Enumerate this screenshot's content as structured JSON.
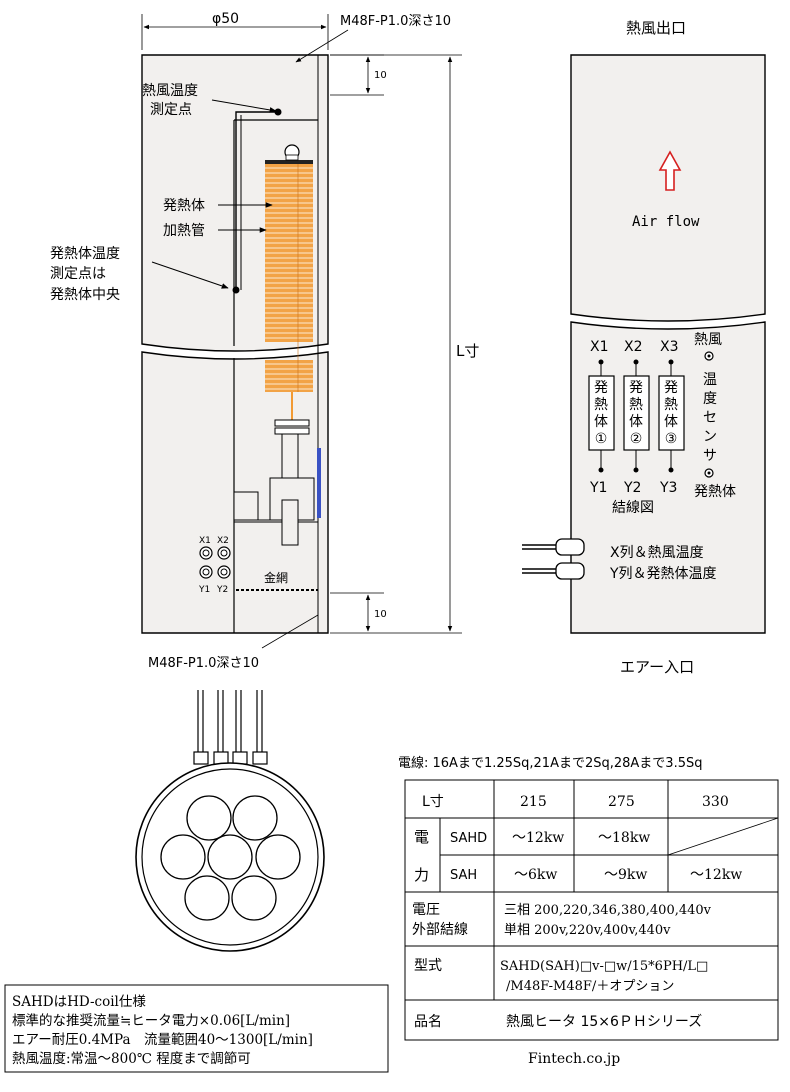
{
  "dims": {
    "phi": "φ50",
    "top_thread": "M48F-P1.0深さ10",
    "bottom_thread": "M48F-P1.0深さ10",
    "top_gap": "10",
    "bottom_gap": "10",
    "length": "L寸"
  },
  "callouts": {
    "hot_air_measure_line1": "熱風温度",
    "hot_air_measure_line2": "測定点",
    "heater_body": "発熱体",
    "heating_tube": "加熱管",
    "heater_measure_line1": "発熱体温度",
    "heater_measure_line2": "測定点は",
    "heater_measure_line3": "発熱体中央",
    "mesh": "金網"
  },
  "terminals": {
    "x1": "X1",
    "x2": "X2",
    "y1": "Y1",
    "y2": "Y2"
  },
  "outlet_label": "熱風出口",
  "inlet_label": "エアー入口",
  "airflow_label": "Air flow",
  "wiring": {
    "x_labels": [
      "X1",
      "X2",
      "X3"
    ],
    "y_labels": [
      "Y1",
      "Y2",
      "Y3"
    ],
    "elements": [
      [
        "発",
        "熱",
        "体",
        "①"
      ],
      [
        "発",
        "熱",
        "体",
        "②"
      ],
      [
        "発",
        "熱",
        "体",
        "③"
      ]
    ],
    "hot_air_label": "熱風",
    "sensor_chars": [
      "温",
      "度",
      "セ",
      "ン",
      "サ"
    ],
    "heater_label": "発熱体",
    "diagram_label": "結線図",
    "x_row_label": "X列＆熱風温度",
    "y_row_label": "Y列＆発熱体温度"
  },
  "cable_note": "電線: 16Aまで1.25Sq,21Aまで2Sq,28Aまで3.5Sq",
  "spec_table": {
    "l_header": "L寸",
    "lengths": [
      "215",
      "275",
      "330"
    ],
    "power_chars": [
      "電",
      "力"
    ],
    "rows": [
      {
        "model": "SAHD",
        "values": [
          "～12kw",
          "～18kw",
          ""
        ]
      },
      {
        "model": "SAH",
        "values": [
          "～6kw",
          "～9kw",
          "～12kw"
        ]
      }
    ],
    "voltage_label_1": "電圧",
    "voltage_label_2": "外部結線",
    "voltage_line_1": "三相 200,220,346,380,400,440v",
    "voltage_line_2": "単相 200v,220v,400v,440v",
    "model_label": "型式",
    "model_line_1": "SAHD(SAH)□v-□w/15*6PH/L□",
    "model_line_2": "/M48F-M48F/＋オプション",
    "product_label": "品名",
    "product_value": "熱風ヒータ 15×6ＰＨシリーズ",
    "website": "Fintech.co.jp"
  },
  "notes": {
    "line1": "SAHDはHD-coil仕様",
    "line2": "標準的な推奨流量≒ヒータ電力×0.06[L/min]",
    "line3": "エアー耐圧0.4MPa　流量範囲40～1300[L/min]",
    "line4": "熱風温度:常温～800℃ 程度まで調節可"
  },
  "colors": {
    "body": "#f2f0ee",
    "coil": "#f29a33",
    "arrow": "#d62020",
    "blue": "#3a52c4"
  }
}
